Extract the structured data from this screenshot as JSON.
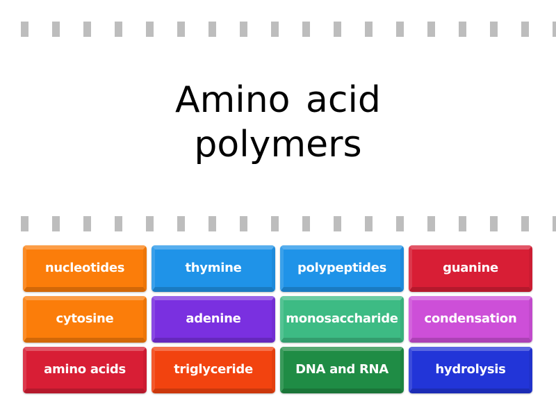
{
  "title": "Amino acid polymers",
  "colors": {
    "dash": "#bdbdbd",
    "orange": "#fb7d0a",
    "blue": "#1f93e8",
    "red": "#d81e35",
    "purple": "#7a30e0",
    "teal": "#3dbb84",
    "magenta": "#cd4fd8",
    "red_orange": "#f2430f",
    "green": "#1f8c45",
    "indigo": "#2235d8"
  },
  "tiles": [
    {
      "label": "nucleotides",
      "color": "#fb7d0a"
    },
    {
      "label": "thymine",
      "color": "#1f93e8"
    },
    {
      "label": "polypeptides",
      "color": "#1f93e8"
    },
    {
      "label": "guanine",
      "color": "#d81e35"
    },
    {
      "label": "cytosine",
      "color": "#fb7d0a"
    },
    {
      "label": "adenine",
      "color": "#7a30e0"
    },
    {
      "label": "monosaccharide",
      "color": "#3dbb84"
    },
    {
      "label": "condensation",
      "color": "#cd4fd8"
    },
    {
      "label": "amino acids",
      "color": "#d81e35"
    },
    {
      "label": "triglyceride",
      "color": "#f2430f"
    },
    {
      "label": "DNA and RNA",
      "color": "#1f8c45"
    },
    {
      "label": "hydrolysis",
      "color": "#2235d8"
    }
  ]
}
